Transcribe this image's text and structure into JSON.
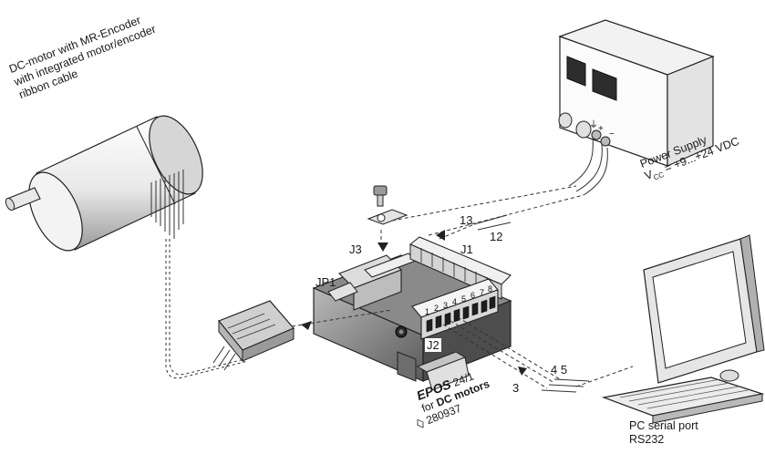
{
  "labels": {
    "motor": [
      "DC-motor with MR-Encoder",
      "with integrated motor/encoder",
      "ribbon cable"
    ],
    "power_supply": {
      "title": "Power Supply",
      "voltage_prefix": "V",
      "voltage_sub": "CC",
      "voltage_value": " = +9...+24 VDC"
    },
    "pc": [
      "PC serial port",
      "RS232"
    ],
    "controller": {
      "brand": "EPOS",
      "model": " 24/1",
      "for": "for ",
      "motors": "DC motors",
      "part_no": "280937"
    },
    "connectors": {
      "j1": "J1",
      "j2": "J2",
      "j3": "J3",
      "jp1": "JP1"
    },
    "wire_numbers": {
      "w13": "13",
      "w12": "12",
      "w3": "3",
      "w45": "4 5"
    },
    "pin_numbers": [
      "1",
      "2",
      "3",
      "4",
      "5",
      "6",
      "7",
      "8"
    ],
    "ps_terminals": [
      "⏚",
      "+",
      "−"
    ]
  }
}
